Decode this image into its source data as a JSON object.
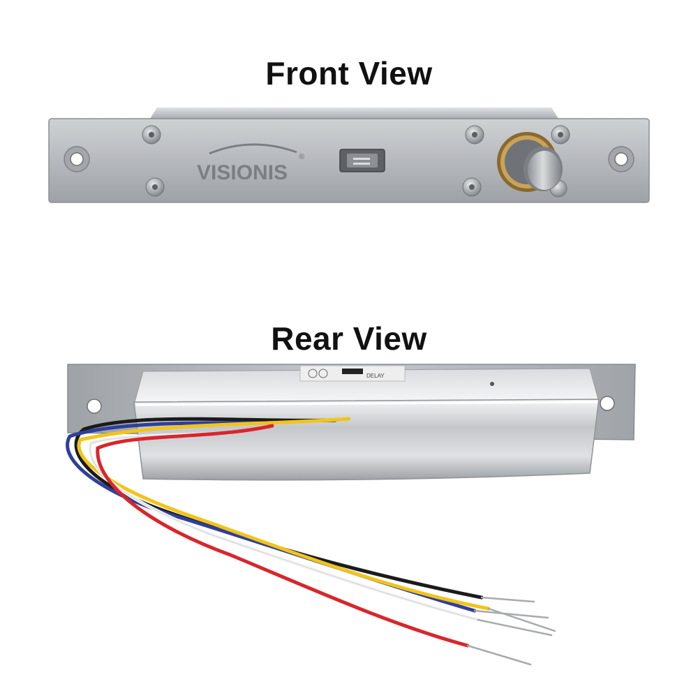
{
  "front": {
    "title": "Front View",
    "brand": "VISIONIS",
    "brand_mark": "®"
  },
  "rear": {
    "title": "Rear View",
    "label_text": "DELAY"
  },
  "colors": {
    "plate": "#b9bcbf",
    "plate_dark": "#8e9296",
    "housing": "#d7dadd",
    "wire_blue": "#2f3f9a",
    "wire_yellow": "#f2c419",
    "wire_red": "#d8262c",
    "wire_white": "#f4f4f4",
    "wire_black": "#1b1b1b",
    "brass": "#a6803a"
  }
}
